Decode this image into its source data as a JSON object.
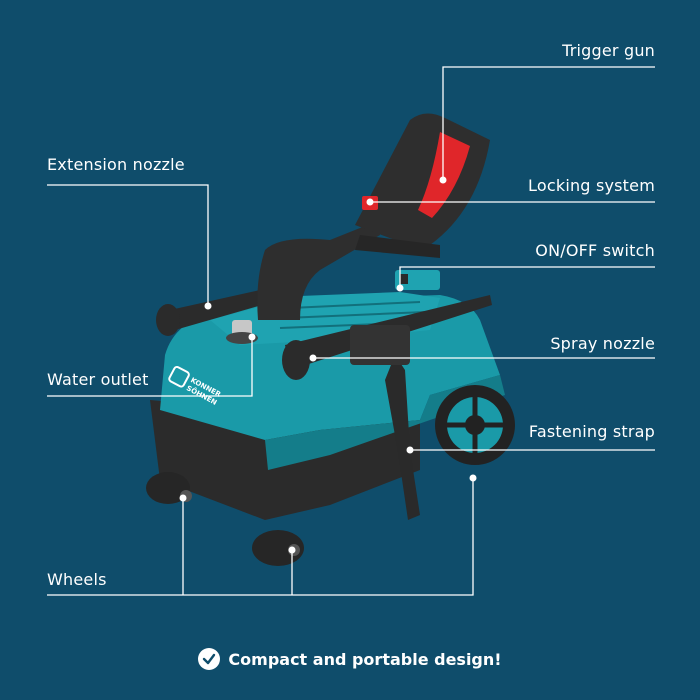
{
  "labels": {
    "trigger_gun": "Trigger gun",
    "locking_system": "Locking system",
    "on_off_switch": "ON/OFF switch",
    "spray_nozzle": "Spray nozzle",
    "fastening_strap": "Fastening strap",
    "extension_nozzle": "Extension nozzle",
    "water_outlet": "Water outlet",
    "wheels": "Wheels"
  },
  "brand": {
    "line1": "KONNER",
    "line2": "SÖHNEN"
  },
  "footer": {
    "text": "Compact and portable design!"
  },
  "colors": {
    "background": "#0f4d6b",
    "body_teal": "#1a9aa8",
    "dark": "#2a2a2a",
    "trigger_red": "#e0262a",
    "line": "#ffffff"
  }
}
